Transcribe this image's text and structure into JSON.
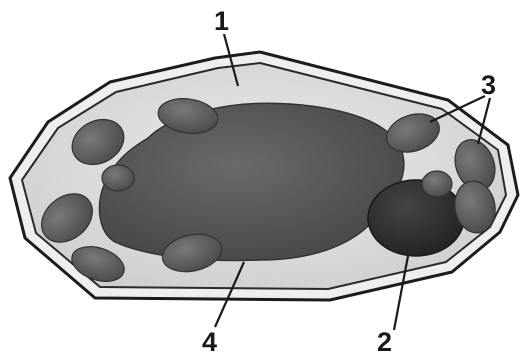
{
  "figure": {
    "subject": "plant-cell",
    "colors": {
      "wall_fill": "#eeeeee",
      "wall_stroke": "#1c1c1c",
      "cytoplasm_fill": "#e2e2e2",
      "vacuole_fill": "#555555",
      "nucleus_fill": "#2f2f2f",
      "chloroplast_fill": "#5d5d5d",
      "leader_line": "#1a1a1a"
    },
    "labels": [
      {
        "id": "1",
        "text": "1"
      },
      {
        "id": "2",
        "text": "2"
      },
      {
        "id": "3",
        "text": "3"
      },
      {
        "id": "4",
        "text": "4"
      }
    ]
  }
}
